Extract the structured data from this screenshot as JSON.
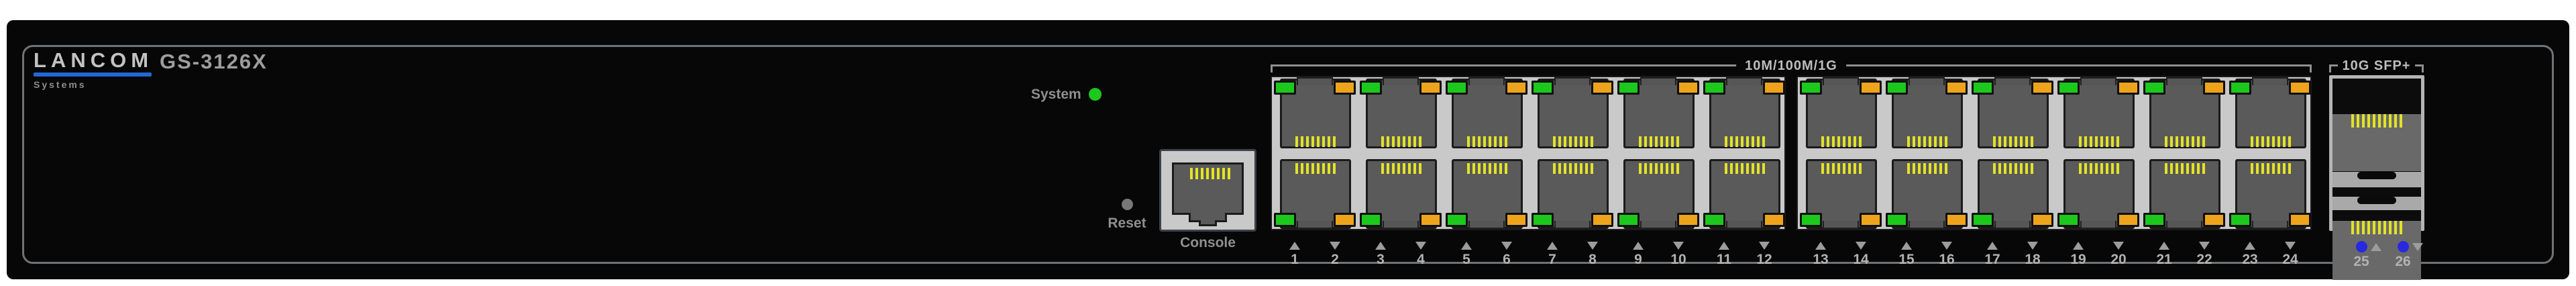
{
  "device": {
    "brand": "LANCOM",
    "brand_sub": "Systems",
    "model": "GS-3126X"
  },
  "system": {
    "label": "System",
    "led_color": "#1dc81d",
    "led_state": "on"
  },
  "reset": {
    "label": "Reset"
  },
  "console": {
    "label": "Console"
  },
  "copper": {
    "bracket_label": "10M/100M/1G",
    "groups": [
      [
        1,
        2,
        3,
        4,
        5,
        6,
        7,
        8,
        9,
        10,
        11,
        12
      ],
      [
        13,
        14,
        15,
        16,
        17,
        18,
        19,
        20,
        21,
        22,
        23,
        24
      ]
    ],
    "odd_port_arrow": "up",
    "even_port_arrow": "down",
    "left_led": "green",
    "right_led": "amber"
  },
  "sfp": {
    "bracket_label": "10G SFP+",
    "ports": [
      {
        "number": "25",
        "arrow": "up",
        "led": "blue"
      },
      {
        "number": "26",
        "arrow": "down",
        "led": "blue"
      }
    ]
  },
  "colors": {
    "chassis": "#070707",
    "brand_underline": "#2268d8",
    "plate_silver": "#c9c9c9",
    "jack_gray": "#5a5a5a",
    "led_green": "#1dc81d",
    "led_amber": "#eda41c",
    "led_blue": "#2828e0",
    "pin_yellow": "#e2e228",
    "label_gray": "#8f8f8f",
    "number_gray": "#b2b2b2"
  }
}
